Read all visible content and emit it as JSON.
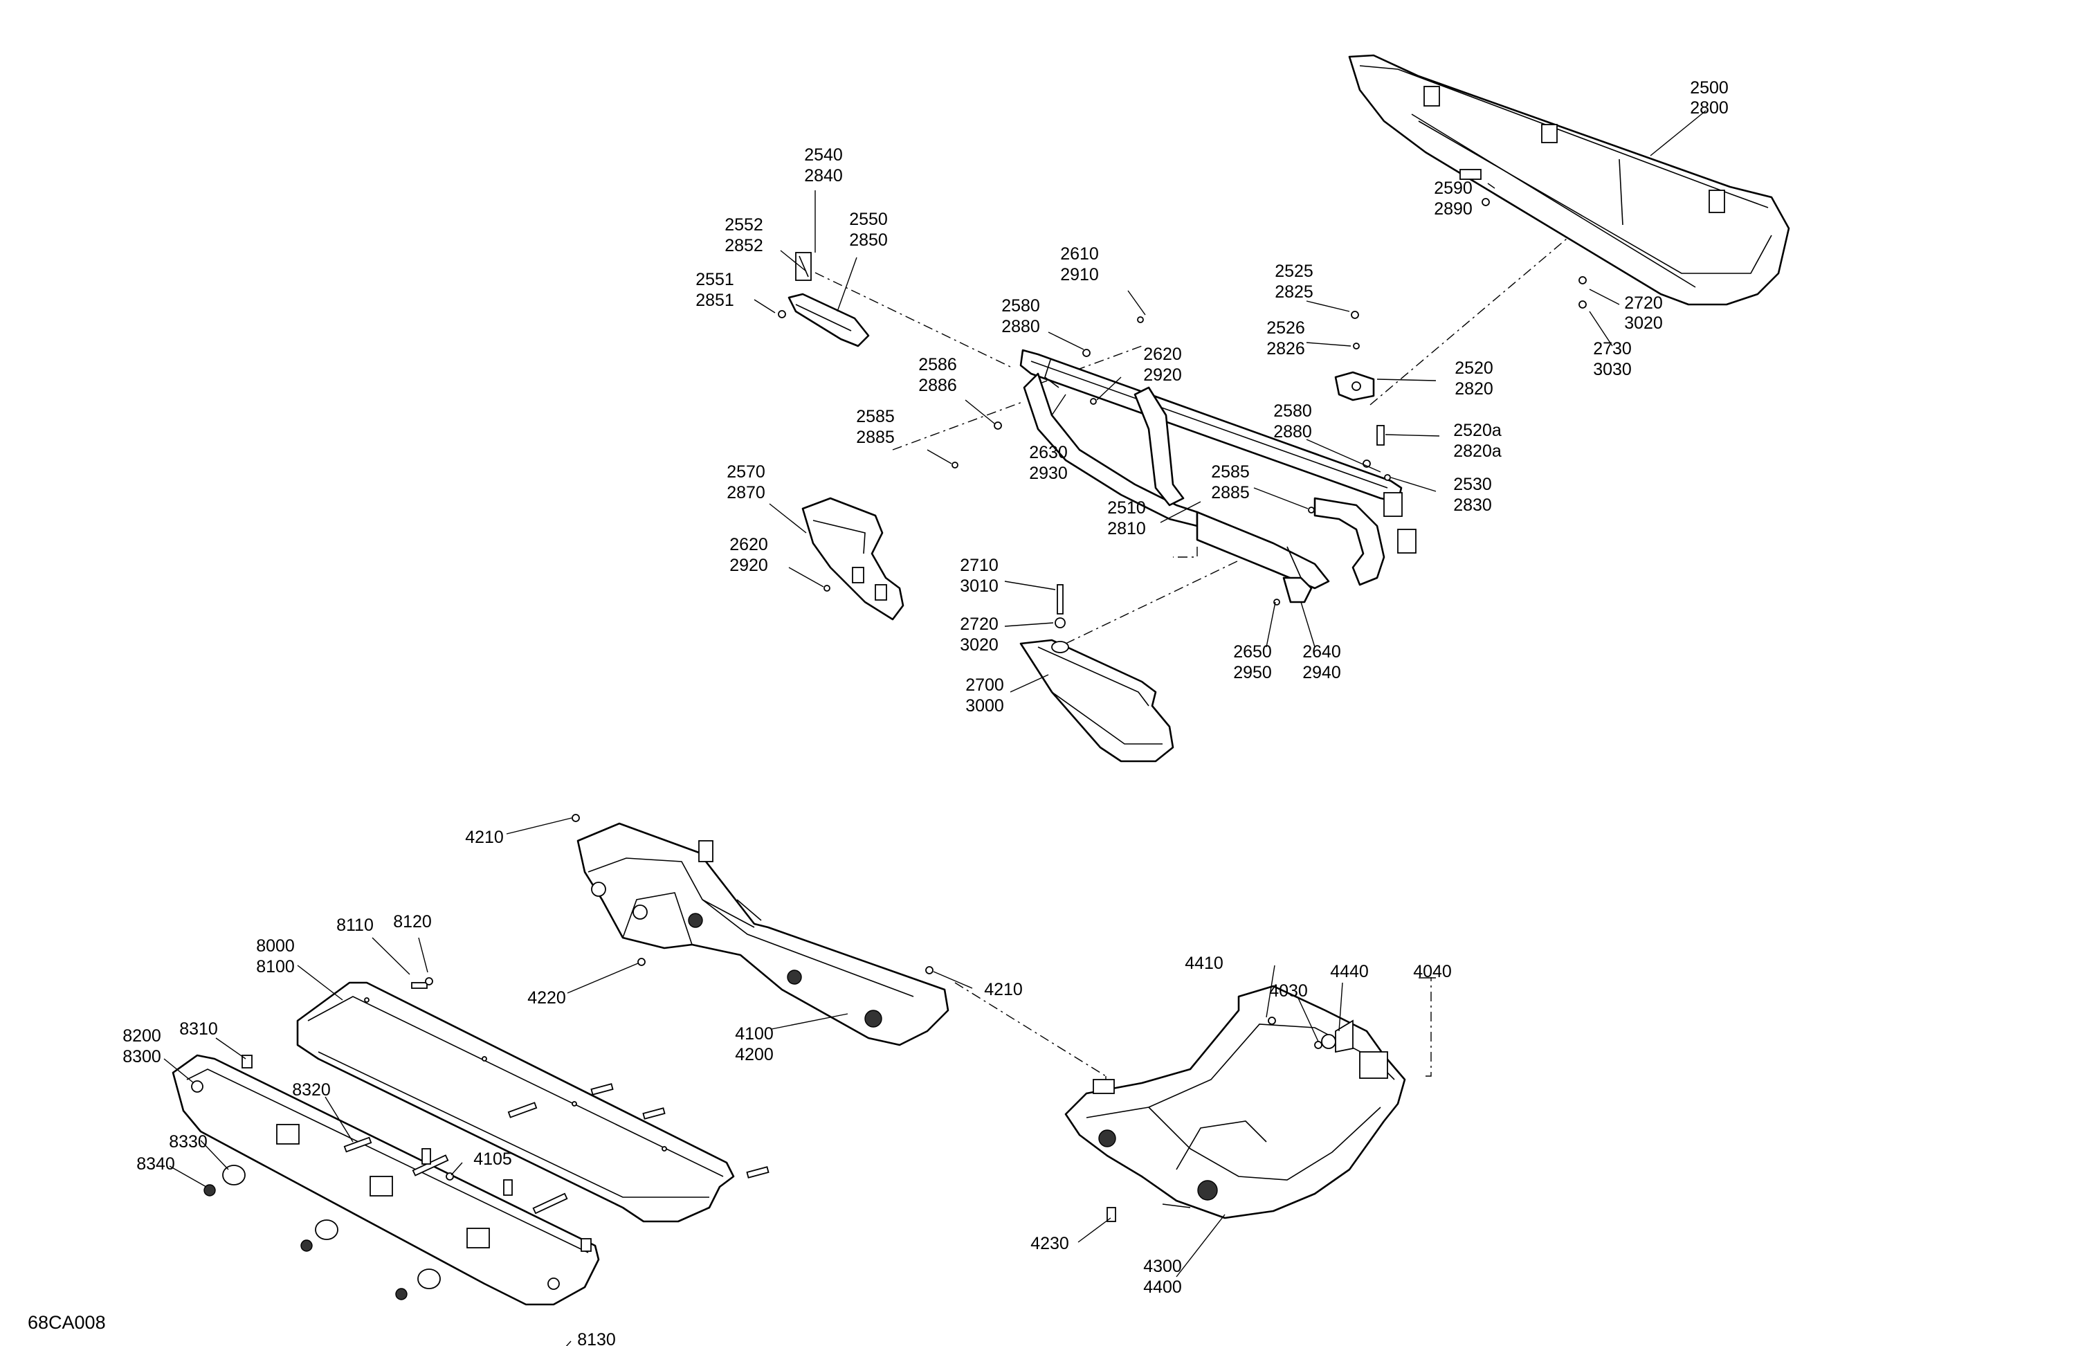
{
  "drawing": {
    "code": "68CA008",
    "callouts": [
      {
        "id": "c2500",
        "lines": [
          "2500",
          "2800"
        ]
      },
      {
        "id": "c2590",
        "lines": [
          "2590",
          "2890"
        ]
      },
      {
        "id": "c2720a",
        "lines": [
          "2720",
          "3020"
        ]
      },
      {
        "id": "c2730",
        "lines": [
          "2730",
          "3030"
        ]
      },
      {
        "id": "c2540",
        "lines": [
          "2540",
          "2840"
        ]
      },
      {
        "id": "c2552",
        "lines": [
          "2552",
          "2852"
        ]
      },
      {
        "id": "c2550",
        "lines": [
          "2550",
          "2850"
        ]
      },
      {
        "id": "c2551",
        "lines": [
          "2551",
          "2851"
        ]
      },
      {
        "id": "c2610",
        "lines": [
          "2610",
          "2910"
        ]
      },
      {
        "id": "c2580a",
        "lines": [
          "2580",
          "2880"
        ]
      },
      {
        "id": "c2620a",
        "lines": [
          "2620",
          "2920"
        ]
      },
      {
        "id": "c2586",
        "lines": [
          "2586",
          "2886"
        ]
      },
      {
        "id": "c2585a",
        "lines": [
          "2585",
          "2885"
        ]
      },
      {
        "id": "c2630",
        "lines": [
          "2630",
          "2930"
        ]
      },
      {
        "id": "c2525",
        "lines": [
          "2525",
          "2825"
        ]
      },
      {
        "id": "c2526",
        "lines": [
          "2526",
          "2826"
        ]
      },
      {
        "id": "c2520",
        "lines": [
          "2520",
          "2820"
        ]
      },
      {
        "id": "c2520a",
        "lines": [
          "2520a",
          "2820a"
        ]
      },
      {
        "id": "c2580b",
        "lines": [
          "2580",
          "2880"
        ]
      },
      {
        "id": "c2530",
        "lines": [
          "2530",
          "2830"
        ]
      },
      {
        "id": "c2585b",
        "lines": [
          "2585",
          "2885"
        ]
      },
      {
        "id": "c2510",
        "lines": [
          "2510",
          "2810"
        ]
      },
      {
        "id": "c2570",
        "lines": [
          "2570",
          "2870"
        ]
      },
      {
        "id": "c2620b",
        "lines": [
          "2620",
          "2920"
        ]
      },
      {
        "id": "c2710",
        "lines": [
          "2710",
          "3010"
        ]
      },
      {
        "id": "c2720b",
        "lines": [
          "2720",
          "3020"
        ]
      },
      {
        "id": "c2700",
        "lines": [
          "2700",
          "3000"
        ]
      },
      {
        "id": "c2650",
        "lines": [
          "2650",
          "2950"
        ]
      },
      {
        "id": "c2640",
        "lines": [
          "2640",
          "2940"
        ]
      },
      {
        "id": "c4210a",
        "lines": [
          "4210"
        ]
      },
      {
        "id": "c4220",
        "lines": [
          "4220"
        ]
      },
      {
        "id": "c4210b",
        "lines": [
          "4210"
        ]
      },
      {
        "id": "c4100",
        "lines": [
          "4100",
          "4200"
        ]
      },
      {
        "id": "c8110",
        "lines": [
          "8110"
        ]
      },
      {
        "id": "c8120",
        "lines": [
          "8120"
        ]
      },
      {
        "id": "c8000",
        "lines": [
          "8000",
          "8100"
        ]
      },
      {
        "id": "c8200",
        "lines": [
          "8200",
          "8300"
        ]
      },
      {
        "id": "c8310",
        "lines": [
          "8310"
        ]
      },
      {
        "id": "c8320",
        "lines": [
          "8320"
        ]
      },
      {
        "id": "c8330",
        "lines": [
          "8330"
        ]
      },
      {
        "id": "c8340",
        "lines": [
          "8340"
        ]
      },
      {
        "id": "c4105",
        "lines": [
          "4105"
        ]
      },
      {
        "id": "c8130",
        "lines": [
          "8130"
        ]
      },
      {
        "id": "c4410",
        "lines": [
          "4410"
        ]
      },
      {
        "id": "c4030",
        "lines": [
          "4030"
        ]
      },
      {
        "id": "c4440",
        "lines": [
          "4440"
        ]
      },
      {
        "id": "c4040",
        "lines": [
          "4040"
        ]
      },
      {
        "id": "c4230",
        "lines": [
          "4230"
        ]
      },
      {
        "id": "c4300",
        "lines": [
          "4300",
          "4400"
        ]
      }
    ]
  }
}
